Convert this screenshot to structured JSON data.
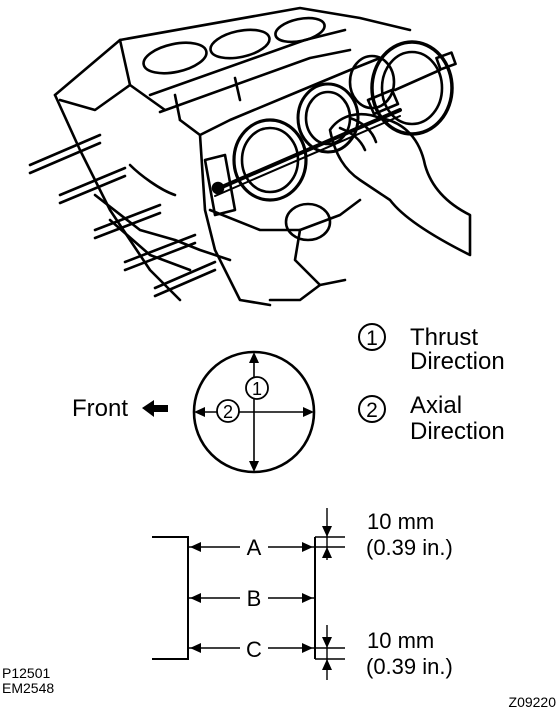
{
  "legend": [
    {
      "number": "1",
      "line1": "Thrust",
      "line2": "Direction"
    },
    {
      "number": "2",
      "line1": "Axial",
      "line2": "Direction"
    }
  ],
  "bore": {
    "front_label": "Front",
    "marker_1": "1",
    "marker_2": "2"
  },
  "measure": {
    "point_a": "A",
    "point_b": "B",
    "point_c": "C",
    "top_offset_mm": "10 mm",
    "top_offset_in": "(0.39 in.)",
    "bottom_offset_mm": "10 mm",
    "bottom_offset_in": "(0.39 in.)"
  },
  "codes": {
    "code_1": "P12501",
    "code_2": "EM2548",
    "figure_id": "Z09220"
  }
}
